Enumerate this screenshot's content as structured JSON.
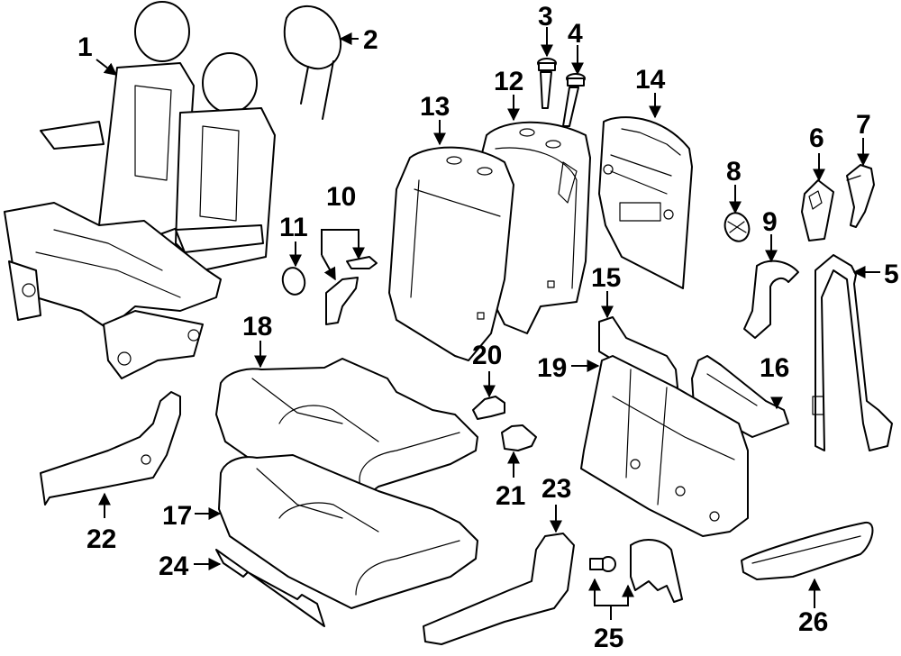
{
  "diagram": {
    "title": "Rear seat components exploded view",
    "callouts": [
      {
        "id": "1",
        "part": "seat-assembly"
      },
      {
        "id": "2",
        "part": "headrest"
      },
      {
        "id": "3",
        "part": "headrest-guide"
      },
      {
        "id": "4",
        "part": "headrest-guide"
      },
      {
        "id": "5",
        "part": "seat-belt"
      },
      {
        "id": "6",
        "part": "trim-cover"
      },
      {
        "id": "7",
        "part": "trim-cover"
      },
      {
        "id": "8",
        "part": "cap"
      },
      {
        "id": "9",
        "part": "trim"
      },
      {
        "id": "10",
        "part": "guide-clips"
      },
      {
        "id": "11",
        "part": "ring"
      },
      {
        "id": "12",
        "part": "seat-back-pad"
      },
      {
        "id": "13",
        "part": "seat-back-cover"
      },
      {
        "id": "14",
        "part": "back-panel"
      },
      {
        "id": "15",
        "part": "bracket"
      },
      {
        "id": "16",
        "part": "bracket"
      },
      {
        "id": "17",
        "part": "cushion-pad"
      },
      {
        "id": "18",
        "part": "cushion-cover"
      },
      {
        "id": "19",
        "part": "seat-frame-panel"
      },
      {
        "id": "20",
        "part": "hinge-cover"
      },
      {
        "id": "21",
        "part": "hinge-cover"
      },
      {
        "id": "22",
        "part": "side-shield"
      },
      {
        "id": "23",
        "part": "side-shield"
      },
      {
        "id": "24",
        "part": "trim-strip"
      },
      {
        "id": "25",
        "part": "clip-and-cover"
      },
      {
        "id": "26",
        "part": "armrest"
      }
    ]
  }
}
